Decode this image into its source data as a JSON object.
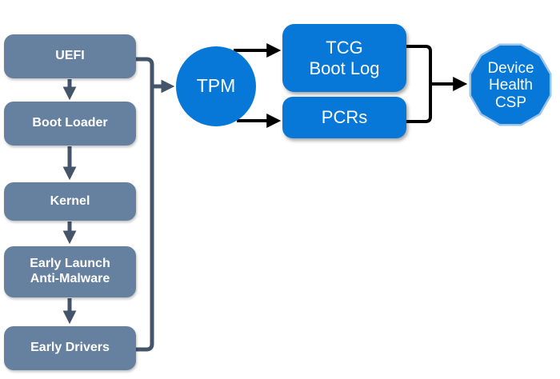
{
  "diagram": {
    "nodes": {
      "uefi": {
        "label": "UEFI"
      },
      "boot_loader": {
        "label": "Boot Loader"
      },
      "kernel": {
        "label": "Kernel"
      },
      "early_launch_anti_malware": {
        "label": "Early Launch\nAnti-Malware"
      },
      "early_drivers": {
        "label": "Early Drivers"
      },
      "tpm": {
        "label": "TPM"
      },
      "tcg_boot_log": {
        "label": "TCG\nBoot Log"
      },
      "pcrs": {
        "label": "PCRs"
      },
      "device_health_csp": {
        "label": "Device\nHealth\nCSP"
      }
    },
    "edges": [
      {
        "from": "UEFI",
        "to": "Boot Loader",
        "style": "dark-arrow"
      },
      {
        "from": "Boot Loader",
        "to": "Kernel",
        "style": "dark-arrow"
      },
      {
        "from": "Kernel",
        "to": "Early Launch Anti-Malware",
        "style": "dark-arrow"
      },
      {
        "from": "Early Launch Anti-Malware",
        "to": "Early Drivers",
        "style": "dark-arrow"
      },
      {
        "from": "UEFI + Early Drivers",
        "to": "TPM",
        "style": "dark-bracket-arrow"
      },
      {
        "from": "TPM",
        "to": "TCG Boot Log",
        "style": "black-arrow"
      },
      {
        "from": "TPM",
        "to": "PCRs",
        "style": "black-arrow"
      },
      {
        "from": "TCG Boot Log + PCRs",
        "to": "Device Health CSP",
        "style": "black-bracket-arrow"
      }
    ],
    "colors": {
      "gray_node_fill": "#66809F",
      "blue_node_fill": "#0778D7",
      "dark_connector": "#44546A",
      "black_connector": "#000000",
      "polygon_border": "#9DC3E6",
      "node_text": "#FFFFFF",
      "background": "#FFFFFF"
    }
  }
}
